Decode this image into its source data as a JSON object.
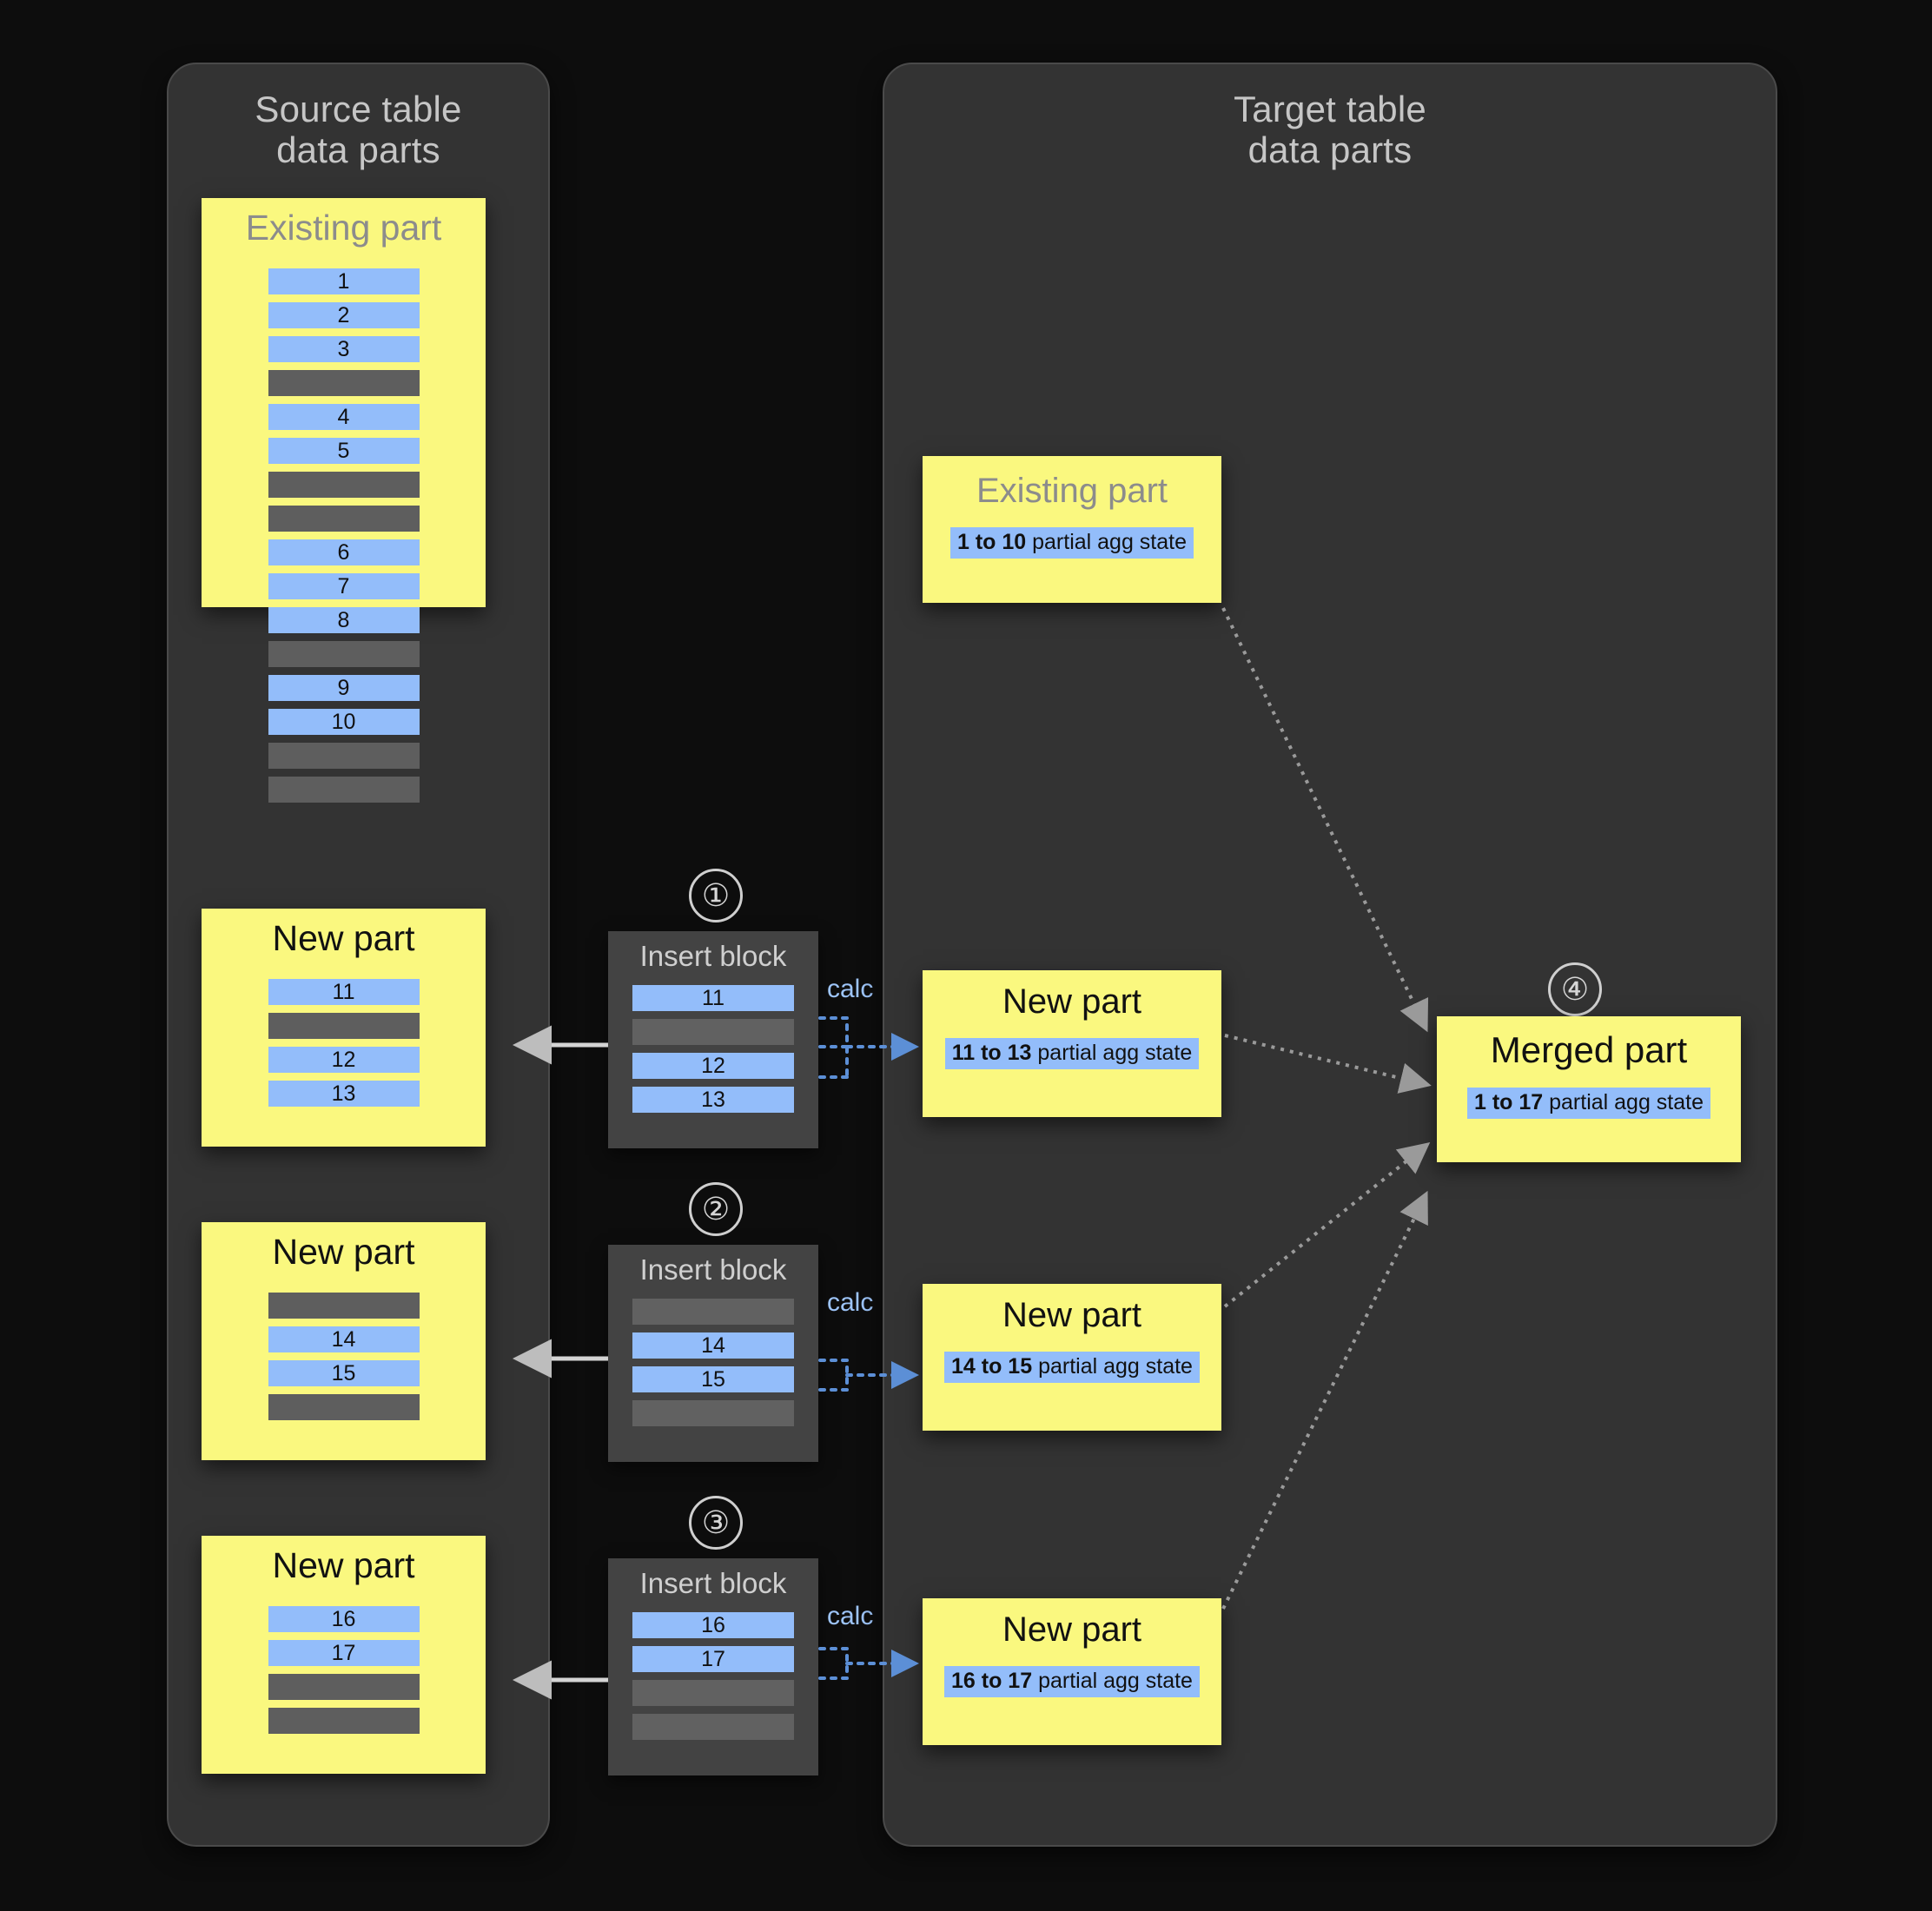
{
  "panels": {
    "source": {
      "title": "Source table\ndata parts"
    },
    "target": {
      "title": "Target table\ndata parts"
    }
  },
  "source": {
    "existing_part": {
      "title": "Existing part",
      "rows": [
        {
          "type": "blue",
          "label": "1"
        },
        {
          "type": "blue",
          "label": "2"
        },
        {
          "type": "blue",
          "label": "3"
        },
        {
          "type": "grey",
          "label": ""
        },
        {
          "type": "blue",
          "label": "4"
        },
        {
          "type": "blue",
          "label": "5"
        },
        {
          "type": "grey",
          "label": ""
        },
        {
          "type": "grey",
          "label": ""
        },
        {
          "type": "blue",
          "label": "6"
        },
        {
          "type": "blue",
          "label": "7"
        },
        {
          "type": "blue",
          "label": "8"
        },
        {
          "type": "grey",
          "label": ""
        },
        {
          "type": "blue",
          "label": "9"
        },
        {
          "type": "blue",
          "label": "10"
        },
        {
          "type": "grey",
          "label": ""
        },
        {
          "type": "grey",
          "label": ""
        }
      ]
    },
    "new_parts": [
      {
        "title": "New part",
        "rows": [
          {
            "type": "blue",
            "label": "11"
          },
          {
            "type": "grey",
            "label": ""
          },
          {
            "type": "blue",
            "label": "12"
          },
          {
            "type": "blue",
            "label": "13"
          }
        ]
      },
      {
        "title": "New part",
        "rows": [
          {
            "type": "grey",
            "label": ""
          },
          {
            "type": "blue",
            "label": "14"
          },
          {
            "type": "blue",
            "label": "15"
          },
          {
            "type": "grey",
            "label": ""
          }
        ]
      },
      {
        "title": "New part",
        "rows": [
          {
            "type": "blue",
            "label": "16"
          },
          {
            "type": "blue",
            "label": "17"
          },
          {
            "type": "grey",
            "label": ""
          },
          {
            "type": "grey",
            "label": ""
          }
        ]
      }
    ]
  },
  "insert_blocks": [
    {
      "step": "①",
      "title": "Insert block",
      "calc_label": "calc",
      "rows": [
        {
          "type": "blue",
          "label": "11"
        },
        {
          "type": "grey",
          "label": ""
        },
        {
          "type": "blue",
          "label": "12"
        },
        {
          "type": "blue",
          "label": "13"
        }
      ]
    },
    {
      "step": "②",
      "title": "Insert block",
      "calc_label": "calc",
      "rows": [
        {
          "type": "grey",
          "label": ""
        },
        {
          "type": "blue",
          "label": "14"
        },
        {
          "type": "blue",
          "label": "15"
        },
        {
          "type": "grey",
          "label": ""
        }
      ]
    },
    {
      "step": "③",
      "title": "Insert block",
      "calc_label": "calc",
      "rows": [
        {
          "type": "blue",
          "label": "16"
        },
        {
          "type": "blue",
          "label": "17"
        },
        {
          "type": "grey",
          "label": ""
        },
        {
          "type": "grey",
          "label": ""
        }
      ]
    }
  ],
  "target": {
    "existing_part": {
      "title": "Existing part",
      "state_range": "1 to 10",
      "state_suffix": " partial agg state"
    },
    "new_parts": [
      {
        "title": "New part",
        "state_range": "11 to 13",
        "state_suffix": " partial agg state"
      },
      {
        "title": "New part",
        "state_range": "14 to 15",
        "state_suffix": " partial agg state"
      },
      {
        "title": "New part",
        "state_range": "16 to 17",
        "state_suffix": " partial agg state"
      }
    ],
    "merged_part": {
      "step": "④",
      "title": "Merged part",
      "state_range": "1 to 17",
      "state_suffix": " partial agg state"
    }
  },
  "colors": {
    "background": "#0d0d0d",
    "panel": "#333333",
    "panel_border": "#4a4a4a",
    "part_yellow": "#faf87f",
    "row_blue": "#93bdfa",
    "row_grey": "#5e5e5e",
    "insert_block": "#434343",
    "muted_text": "#8c8c8c",
    "panel_text": "#c6c6c6",
    "calc_blue": "#9dc4f8",
    "arrow_grey": "#bdbdbd",
    "dotted_blue": "#5c8fd6",
    "dotted_grey": "#9a9a9a"
  }
}
